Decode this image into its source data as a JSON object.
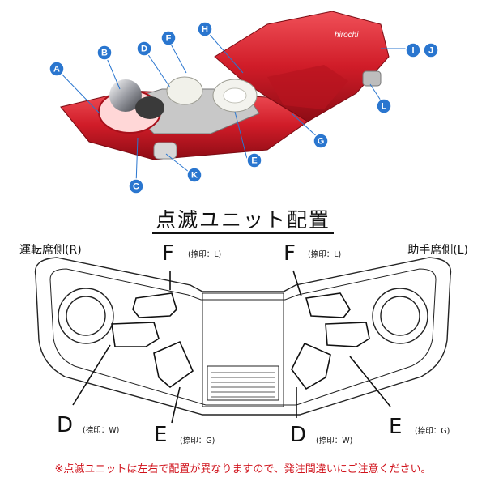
{
  "brand": "hirochi",
  "callouts": [
    "A",
    "B",
    "C",
    "D",
    "E",
    "F",
    "G",
    "H",
    "I",
    "J",
    "K",
    "L"
  ],
  "title": "点滅ユニット配置",
  "right_side_label": "運転席側(R)",
  "left_side_label": "助手席側(L)",
  "unit_labels": {
    "F_right": {
      "letter": "F",
      "mark": "(捺印：L)"
    },
    "F_left": {
      "letter": "F",
      "mark": "(捺印：L)"
    },
    "D_right": {
      "letter": "D",
      "mark": "(捺印：W)"
    },
    "D_left": {
      "letter": "D",
      "mark": "(捺印：W)"
    },
    "E_right": {
      "letter": "E",
      "mark": "(捺印：G)"
    },
    "E_left": {
      "letter": "E",
      "mark": "(捺印：G)"
    }
  },
  "note": "※点滅ユニットは左右で配置が異なりますので、発注間違いにご注意ください。",
  "colors": {
    "callout_blue": "#2a76cf",
    "lamp_red": "#d8202a",
    "note_red": "#d0121b"
  }
}
